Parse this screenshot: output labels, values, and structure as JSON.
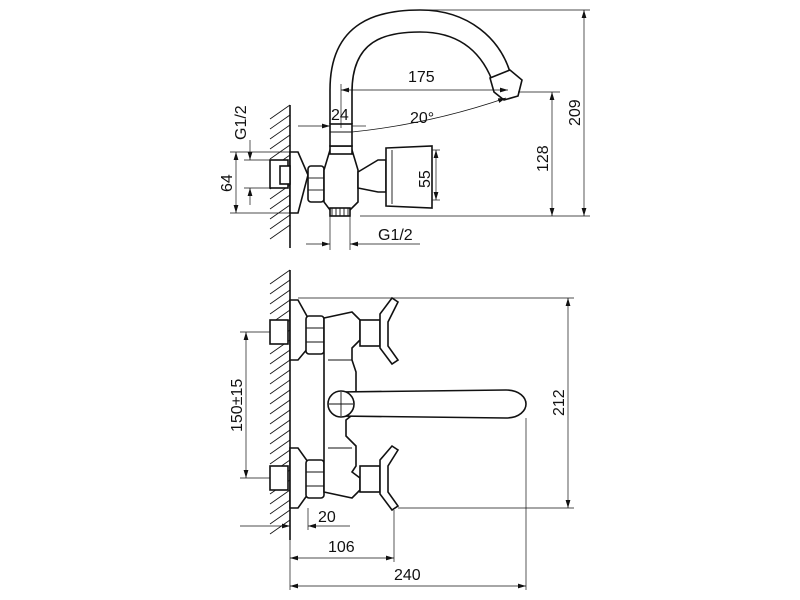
{
  "dimensions": {
    "top_view": {
      "spout_reach": "175",
      "spout_offset": "24",
      "spout_angle": "20°",
      "outlet_height": "128",
      "total_height": "209",
      "thread_top": "G1/2",
      "thread_bottom": "G1/2",
      "flange_height": "64",
      "body_height": "55"
    },
    "front_view": {
      "center_distance": "150±15",
      "total_height": "212",
      "wall_offset": "20",
      "handle_depth": "106",
      "total_depth": "240"
    }
  }
}
